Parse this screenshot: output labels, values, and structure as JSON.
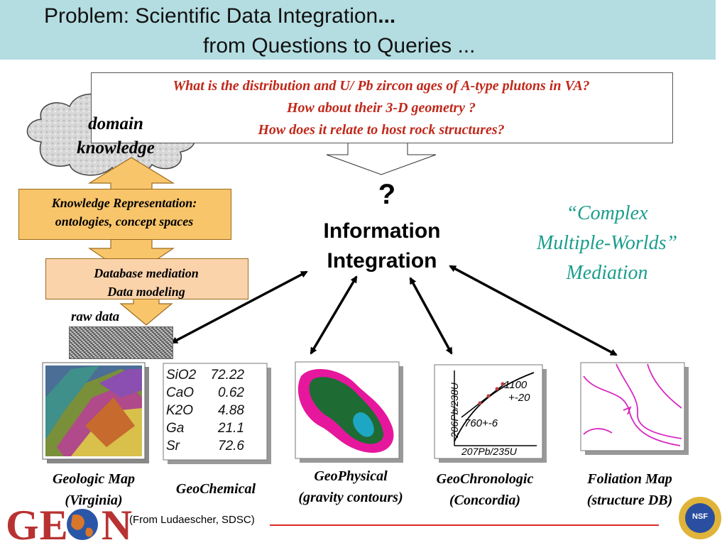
{
  "title": {
    "line1": "Problem: Scientific Data Integration",
    "line1_suffix": "...",
    "line2": "from Questions to Queries ..."
  },
  "questions": [
    "What is the distribution and U/ Pb zircon ages of A-type plutons in VA?",
    "How about their 3-D geometry ?",
    "How does it relate to host rock structures?"
  ],
  "cloud": {
    "line1": "domain",
    "line2": "knowledge"
  },
  "knowledge_rep": {
    "line1": "Knowledge Representation:",
    "line2": "ontologies, concept spaces"
  },
  "db_mediation": {
    "line1": "Database mediation",
    "line2": "Data modeling"
  },
  "raw_data_label": "raw data",
  "center": {
    "qmark": "?",
    "line1": "Information",
    "line2": "Integration"
  },
  "mediation": {
    "line1": "“Complex",
    "line2": "Multiple-Worlds”",
    "line3": "Mediation"
  },
  "geochemical": [
    {
      "el": "SiO2",
      "val": "72.22"
    },
    {
      "el": "CaO",
      "val": "0.62"
    },
    {
      "el": "K2O",
      "val": "4.88"
    },
    {
      "el": "Ga",
      "val": "21.1"
    },
    {
      "el": "Sr",
      "val": "72.6"
    }
  ],
  "concordia": {
    "ylabel": "206Pb/238U",
    "xlabel": "207Pb/235U",
    "upper_age": "1100",
    "upper_err": "+-20",
    "lower": "760+-6"
  },
  "captions": {
    "geologic": {
      "line1": "Geologic Map",
      "line2": "(Virginia)"
    },
    "geochemical": "GeoChemical",
    "geophysical": {
      "line1": "GeoPhysical",
      "line2": "(gravity contours)"
    },
    "geochronologic": {
      "line1": "GeoChronologic",
      "line2": "(Concordia)"
    },
    "foliation": {
      "line1": "Foliation Map",
      "line2": "(structure DB)"
    }
  },
  "credit": "(From Ludaescher, SDSC)",
  "logo": {
    "left": "GE",
    "right": "N"
  },
  "nsf_logo": "NSF",
  "colors": {
    "title_bg": "#b4dde1",
    "question_red": "#c0281a",
    "mediation_teal": "#1a9d8c",
    "kr_box": "#f9c56a",
    "db_box": "#fbd3ab",
    "geophys_outer": "#e6179d",
    "geophys_mid": "#1e6b34",
    "geophys_inner": "#1ea7c4",
    "foliation": "#d828c0"
  }
}
